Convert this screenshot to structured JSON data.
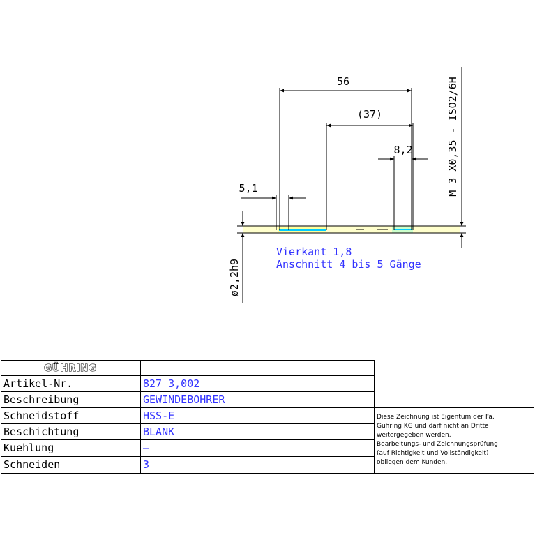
{
  "drawing": {
    "dimensions": {
      "overall_length": "56",
      "thread_length": "(37)",
      "square_length": "8,2",
      "chamfer_length": "5,1",
      "shank_diameter": "ø2,2h9",
      "thread_spec": "M 3  X0,35 - ISO2/6H"
    },
    "notes": {
      "square": "Vierkant 1,8",
      "chamfer": "Anschnitt 4 bis 5 Gänge"
    },
    "colors": {
      "line": "#000000",
      "note": "#3333ff",
      "tool_body": "#ffff99",
      "tool_highlight": "#00ccff"
    }
  },
  "title_block": {
    "logo_text": "GÜHRING",
    "rows": [
      {
        "label": "Artikel-Nr.",
        "value": "827 3,002"
      },
      {
        "label": "Beschreibung",
        "value": "GEWINDEBOHRER"
      },
      {
        "label": "Schneidstoff",
        "value": "HSS-E"
      },
      {
        "label": "Beschichtung",
        "value": "BLANK"
      },
      {
        "label": "Kuehlung",
        "value": "—"
      },
      {
        "label": "Schneiden",
        "value": "3"
      }
    ],
    "notice_lines": [
      "Diese Zeichnung ist Eigentum der Fa.",
      "Gühring KG und darf nicht an Dritte",
      "weitergegeben werden.",
      "Bearbeitungs- und Zeichnungsprüfung",
      "(auf Richtigkeit und Vollständigkeit)",
      "obliegen dem Kunden."
    ]
  }
}
